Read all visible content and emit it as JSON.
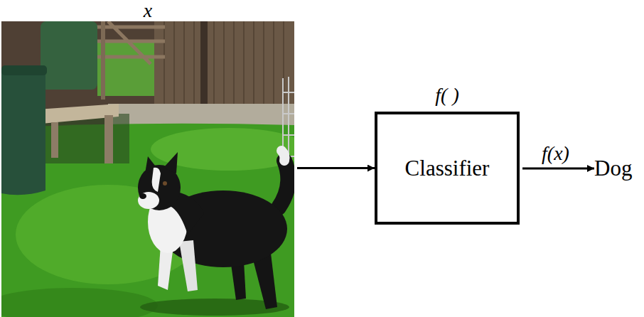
{
  "diagram": {
    "nodes": [
      {
        "text": [
          "x"
        ]
      },
      {
        "text": [
          "f( )",
          "Classifier"
        ]
      },
      {
        "text": [
          "Dog"
        ]
      }
    ],
    "edges": [
      {
        "from": 0,
        "to": 1,
        "arrow": "to"
      },
      {
        "from": 1,
        "to": 2,
        "label": "f(x)",
        "arrow": "to"
      }
    ]
  }
}
